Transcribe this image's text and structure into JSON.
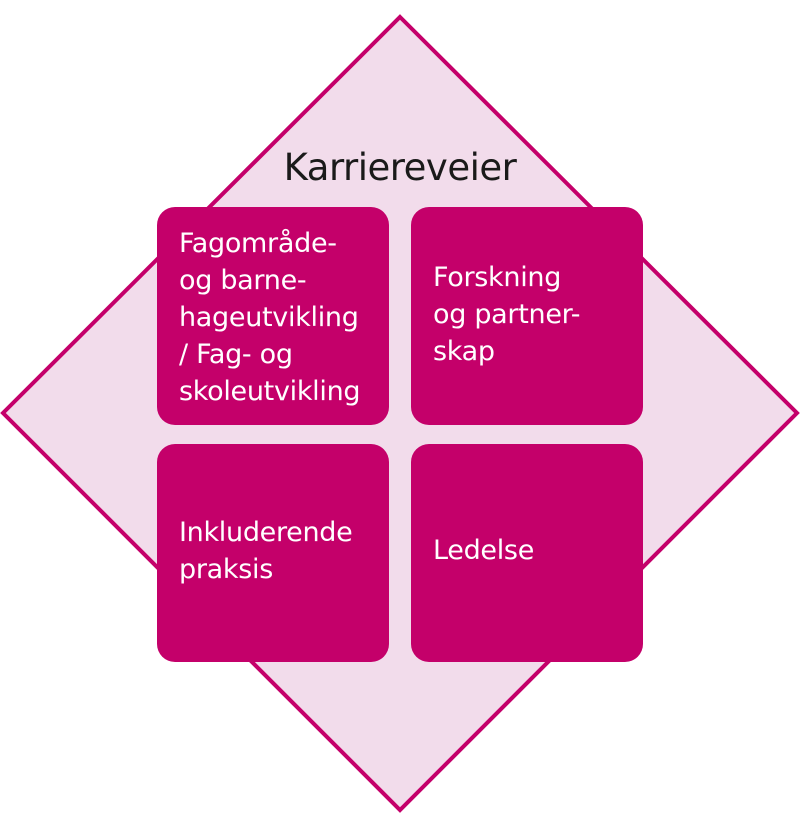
{
  "diagram": {
    "title": "Karriereveier",
    "colors": {
      "diamond_fill": "#f2dceb",
      "diamond_stroke": "#c4006a",
      "box_fill": "#c4006a",
      "box_text": "#ffffff",
      "title_text": "#1a1a1a"
    },
    "boxes": [
      {
        "lines": [
          "Fagområde-",
          "og barne-",
          "hageutvikling",
          "/ Fag- og",
          "skoleutvikling"
        ]
      },
      {
        "lines": [
          "Forskning",
          "og partner-",
          "skap"
        ]
      },
      {
        "lines": [
          "Inkluderende",
          "praksis"
        ]
      },
      {
        "lines": [
          "Ledelse"
        ]
      }
    ]
  }
}
